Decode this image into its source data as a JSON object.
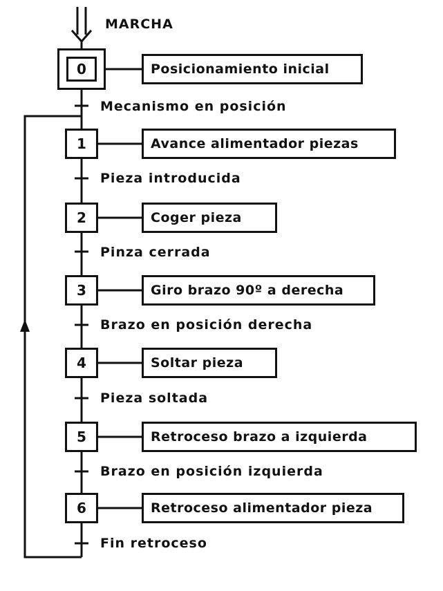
{
  "start_label": "MARCHA",
  "steps": [
    {
      "number": "0",
      "action": "Posicionamiento inicial",
      "transition": "Mecanismo en posición"
    },
    {
      "number": "1",
      "action": "Avance alimentador piezas",
      "transition": "Pieza introducida"
    },
    {
      "number": "2",
      "action": "Coger pieza",
      "transition": "Pinza cerrada"
    },
    {
      "number": "3",
      "action": "Giro brazo 90º a derecha",
      "transition": "Brazo en posición derecha"
    },
    {
      "number": "4",
      "action": "Soltar pieza",
      "transition": "Pieza soltada"
    },
    {
      "number": "5",
      "action": "Retroceso brazo a izquierda",
      "transition": "Brazo en posición izquierda"
    },
    {
      "number": "6",
      "action": "Retroceso alimentador pieza",
      "transition": "Fin retroceso"
    }
  ]
}
